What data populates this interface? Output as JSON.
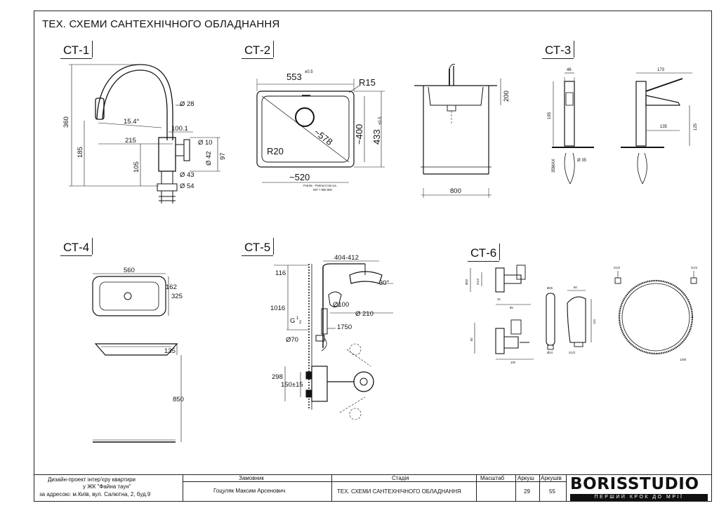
{
  "page_title": "ТЕХ. СХЕМИ САНТЕХНІЧНОГО ОБЛАДНАННЯ",
  "sections": {
    "ct1": {
      "label": "СТ-1",
      "dims": [
        "360",
        "185",
        "105",
        "215",
        "15.4°",
        "100.1",
        "Ø 28",
        "Ø 10",
        "Ø 42",
        "97",
        "Ø 43",
        "Ø 54"
      ]
    },
    "ct2": {
      "label": "СТ-2",
      "dim_553": "553",
      "tol_05": "±0.5",
      "r15": "R15",
      "dim_400": "~400",
      "dim_433": "433",
      "tol_433": "±0.5",
      "dim_578": "~578",
      "r20": "R20",
      "dim_520": "~520",
      "dim_200": "200",
      "dim_800": "800",
      "stamp_1": "Franke - Partner.Com.Ua",
      "stamp_2": "097 7 900 900"
    },
    "ct3": {
      "label": "СТ-3",
      "dims": [
        "46",
        "195",
        "35MAX",
        "Ø 35",
        "173",
        "135",
        "125"
      ]
    },
    "ct4": {
      "label": "СТ-4",
      "dims": [
        "560",
        "162",
        "325",
        "135",
        "850"
      ]
    },
    "ct5": {
      "label": "СТ-5",
      "dims": [
        "404-412",
        "116",
        "30°",
        "1016",
        "Ø100",
        "Ø 210",
        "G",
        "1",
        "2",
        "1750",
        "Ø70",
        "298",
        "150±15"
      ]
    },
    "ct6": {
      "label": "СТ-6",
      "dims": [
        "Ø48",
        "G1/2",
        "32",
        "85",
        "80",
        "100",
        "Ø25",
        "Ø24",
        "56",
        "G1/2",
        "124",
        "G1/2",
        "G1/2",
        "1200"
      ]
    }
  },
  "title_block": {
    "project_line1": "Дизайн-проект інтер'єру квартири",
    "project_line2": "у ЖК \"Файна таун\"",
    "project_line3": "за адресою: м.Київ, вул. Салютна, 2, буд.9",
    "client_header": "Замовник",
    "client_value": "Гоцуляк Максим Арсенович",
    "stage_header": "Стадія",
    "stage_value": "ТЕХ. СХЕМИ САНТЕХНІЧНОГО ОБЛАДНАННЯ",
    "scale_header": "Масштаб",
    "sheet_header": "Аркуш",
    "sheet_value": "29",
    "sheets_header": "Аркушів",
    "sheets_value": "55",
    "logo_main": "BORISSTUDIO",
    "logo_sub": "ПЕРШИЙ КРОК ДО МРІЇ"
  }
}
